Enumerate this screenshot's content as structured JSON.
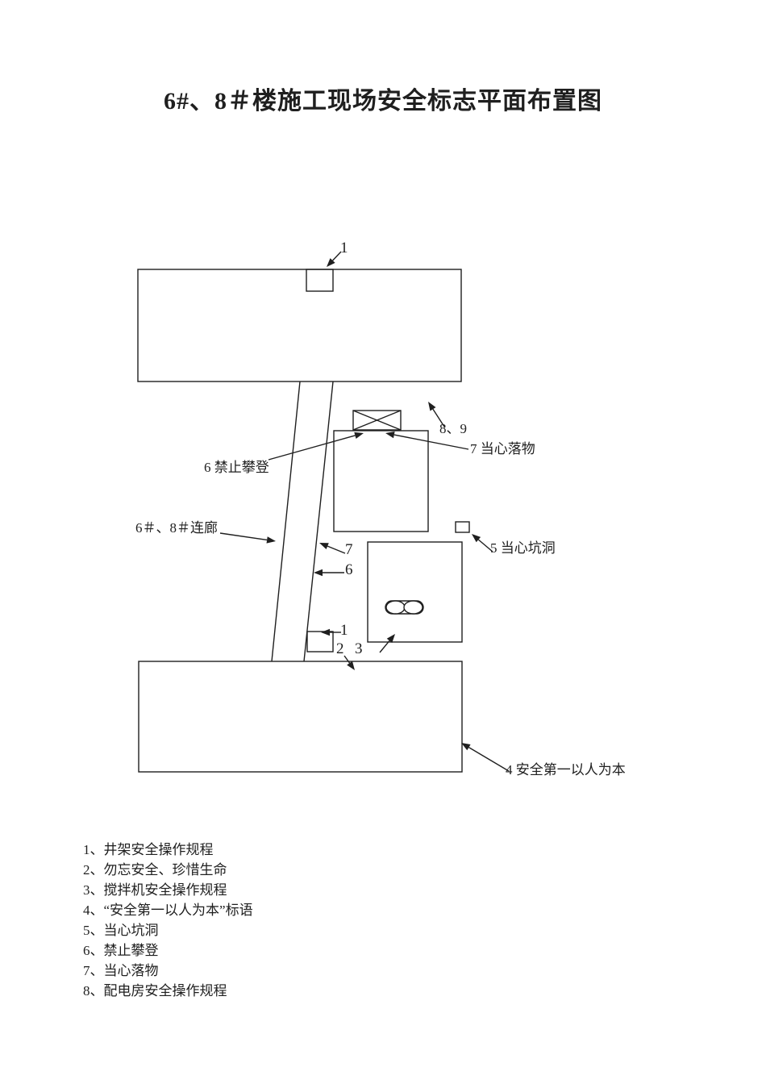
{
  "title": "6#、8＃楼施工现场安全标志平面布置图",
  "diagram": {
    "callouts": {
      "hoist_top": "1",
      "signs_89": "8、9",
      "falling_objects": "7 当心落物",
      "no_climbing": "6 禁止攀登",
      "corridor": "6＃、8＃连廊",
      "pit": "5 当心坑洞",
      "num_7": "7",
      "num_6": "6",
      "hoist_bottom": "1",
      "num_2": "2",
      "num_3": "3",
      "safety_first": "4 安全第一以人为本"
    }
  },
  "legend": {
    "items": [
      "1、井架安全操作规程",
      "2、勿忘安全、珍惜生命",
      "3、搅拌机安全操作规程",
      "4、“安全第一以人为本”标语",
      "5、当心坑洞",
      "6、禁止攀登",
      "7、当心落物",
      "8、配电房安全操作规程"
    ]
  },
  "colors": {
    "ink": "#1f1f1f",
    "paper": "#ffffff"
  }
}
